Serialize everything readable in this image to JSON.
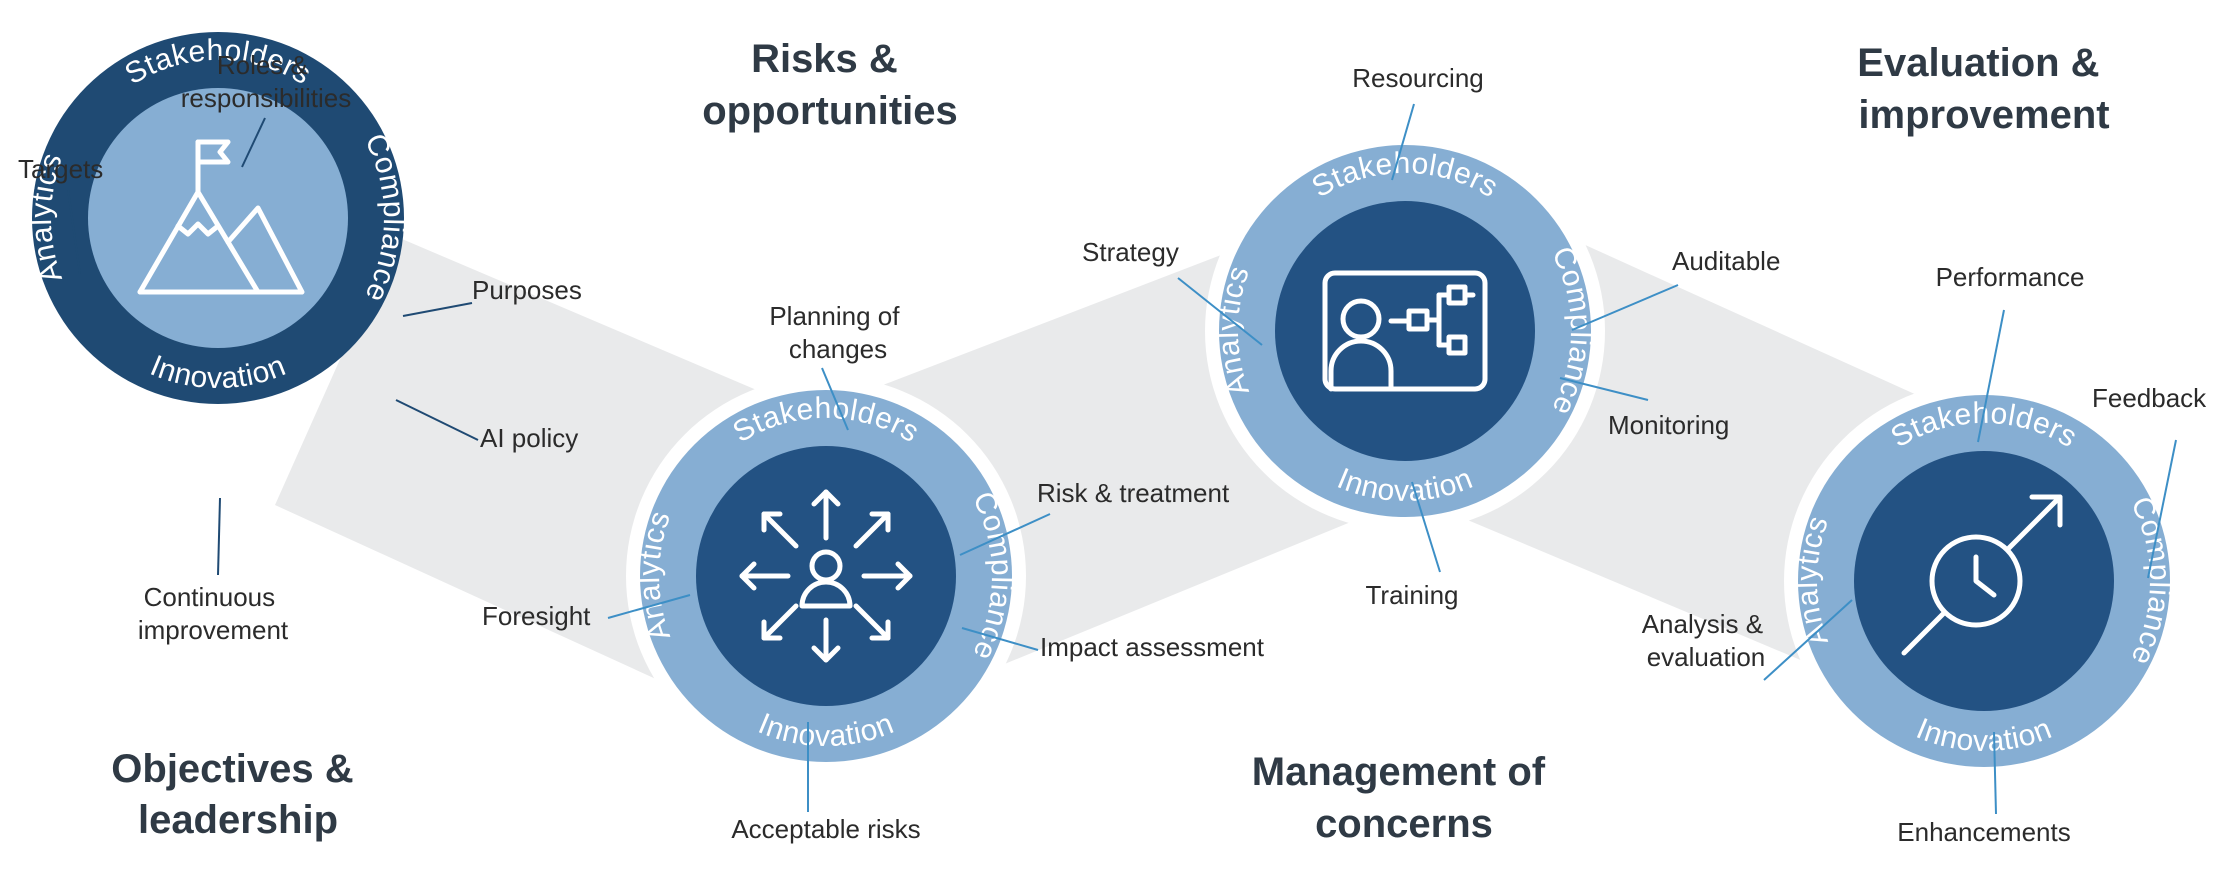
{
  "colors": {
    "dark_navy": "#1f4a73",
    "light_blue": "#86aed3",
    "inner_navy": "#235283",
    "band_grey": "#e9eaeb",
    "leader_blue": "#3d8fc6",
    "heading": "#2f3a45"
  },
  "headings": {
    "objectives": [
      "Objectives &",
      "leadership"
    ],
    "risks": [
      "Risks &",
      "opportunities"
    ],
    "management": [
      "Management of",
      "concerns"
    ],
    "evaluation": [
      "Evaluation &",
      "improvement"
    ]
  },
  "ring_labels": {
    "top": "Stakeholders",
    "right": "Compliance",
    "bottom": "Innovation",
    "left": "Analytics"
  },
  "icons": {
    "stage1": "mountain-flag-icon",
    "stage2": "person-arrows-icon",
    "stage3": "person-flowchart-icon",
    "stage4": "clock-arrow-icon"
  },
  "labels": {
    "roles": [
      "Roles &",
      "responsibilities"
    ],
    "targets": "Targets",
    "purposes": "Purposes",
    "ai_policy": "AI policy",
    "continuous": [
      "Continuous",
      "improvement"
    ],
    "planning": [
      "Planning of",
      "changes"
    ],
    "risk_treatment": "Risk & treatment",
    "impact": "Impact assessment",
    "foresight": "Foresight",
    "acceptable": "Acceptable risks",
    "strategy": "Strategy",
    "resourcing": "Resourcing",
    "auditable": "Auditable",
    "monitoring": "Monitoring",
    "training": "Training",
    "performance": "Performance",
    "feedback": "Feedback",
    "analysis": [
      "Analysis &",
      "evaluation"
    ],
    "enhancements": "Enhancements"
  }
}
